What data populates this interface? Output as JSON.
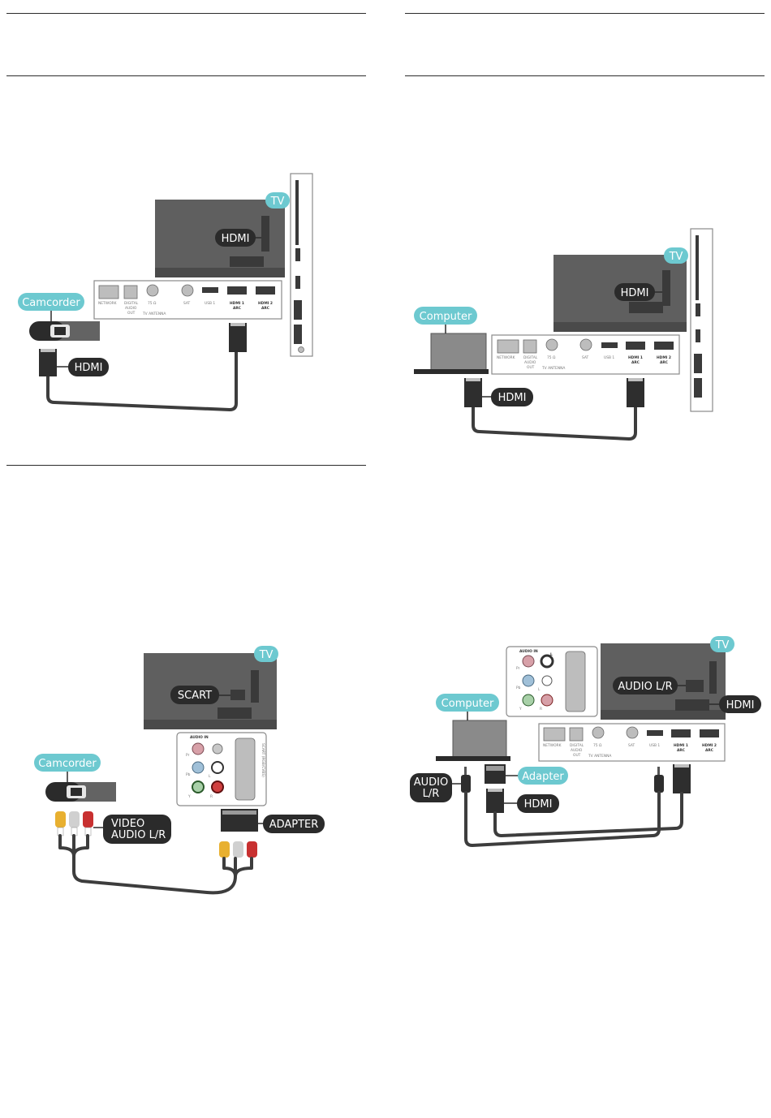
{
  "diagrams": {
    "camcorder_hdmi": {
      "tv": "TV",
      "hdmi_tv": "HDMI",
      "device": "Camcorder",
      "hdmi_cable": "HDMI",
      "ports": [
        "NETWORK",
        "DIGITAL",
        "AUDIO",
        "OUT",
        "75 Ω",
        "TV ANTENNA",
        "SAT",
        "USB 1",
        "HDMI 1",
        "ARC",
        "HDMI 2",
        "ARC"
      ]
    },
    "computer_hdmi": {
      "tv": "TV",
      "hdmi_tv": "HDMI",
      "device": "Computer",
      "hdmi_cable": "HDMI",
      "ports": [
        "NETWORK",
        "DIGITAL",
        "AUDIO",
        "OUT",
        "75 Ω",
        "TV ANTENNA",
        "SAT",
        "USB 1",
        "HDMI 1",
        "ARC",
        "HDMI 2",
        "ARC"
      ]
    },
    "camcorder_scart": {
      "tv": "TV",
      "scart": "SCART",
      "device": "Camcorder",
      "video_audio_line1": "VIDEO",
      "video_audio_line2": "AUDIO L/R",
      "adapter": "ADAPTER",
      "audio_in": "AUDIO IN",
      "scart_side": "SCART (RGB/CVBS)",
      "jack_labels": [
        "Pr",
        "Pb",
        "Y",
        "L",
        "R"
      ]
    },
    "computer_dvi": {
      "tv": "TV",
      "audio_lr_tv": "AUDIO L/R",
      "hdmi_tv": "HDMI",
      "device": "Computer",
      "audio_lr_cable_line1": "AUDIO",
      "audio_lr_cable_line2": "L/R",
      "adapter": "Adapter",
      "hdmi_cable": "HDMI",
      "audio_in": "AUDIO IN",
      "audio_in_l": "L",
      "jack_labels": [
        "Pr",
        "Pb",
        "Y",
        "L",
        "R"
      ],
      "ports": [
        "NETWORK",
        "DIGITAL",
        "AUDIO",
        "OUT",
        "75 Ω",
        "TV ANTENNA",
        "SAT",
        "USB 1",
        "HDMI 1",
        "ARC",
        "HDMI 2",
        "ARC"
      ]
    }
  }
}
